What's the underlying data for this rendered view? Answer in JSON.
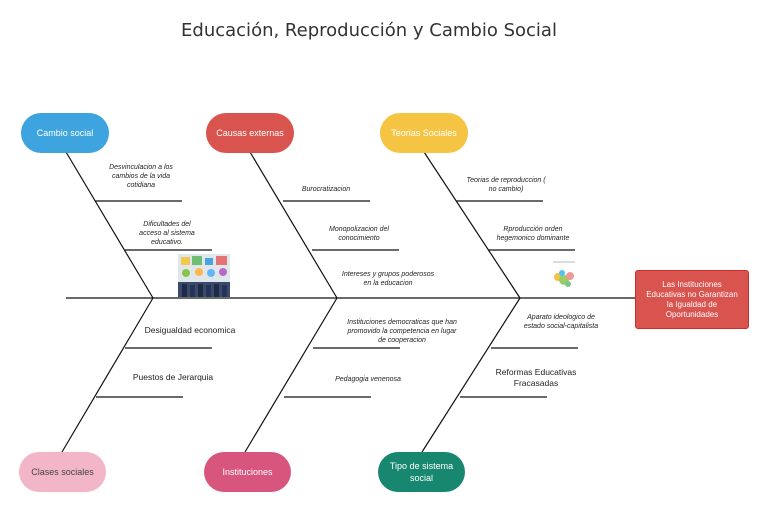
{
  "title": "Educación, Reproducción y Cambio Social",
  "head": "Las Instituciones Educativas no Garantizan la Igualdad de Oportunidades",
  "categories": {
    "cambio_social": "Cambio social",
    "causas_externas": "Causas externas",
    "teorias_sociales": "Teorias Sociales",
    "clases_sociales": "Clases sociales",
    "instituciones": "Instituciones",
    "tipo_sistema": "Tipo de sistema social"
  },
  "causes": {
    "desvinculacion": "Desvinculacion a los cambios de la vida cotidiana",
    "dificultades": "Dificultades del acceso al sistema educativo.",
    "burocratizacion": "Burocratizacion",
    "monopolizacion": "Monopolizacion del conocimiento",
    "intereses": "Intereses y grupos poderosos en la educacion",
    "teorias_reproduccion": "Teorias de reproduccion ( no cambio)",
    "rproduccion": "Rproducción orden hegemonico dominante",
    "desigualdad": "Desigualdad economica",
    "puestos": "Puestos de Jerarquia",
    "instituciones_democraticas": "Instituciones democraticas que han promovido la competencia en lugar de cooperacion",
    "pedagogia": "Pedagogia venenosa",
    "aparato": "Aparato ideologico de estado social-capitalista",
    "reformas": "Reformas Educativas Fracasadas"
  },
  "colors": {
    "blue": "#3ea4df",
    "red": "#d9534f",
    "yellow": "#f6c443",
    "pink": "#f2b6c8",
    "magenta": "#d8557e",
    "teal": "#17876f"
  },
  "images": [
    "education-photo",
    "diagram-thumbnail"
  ]
}
